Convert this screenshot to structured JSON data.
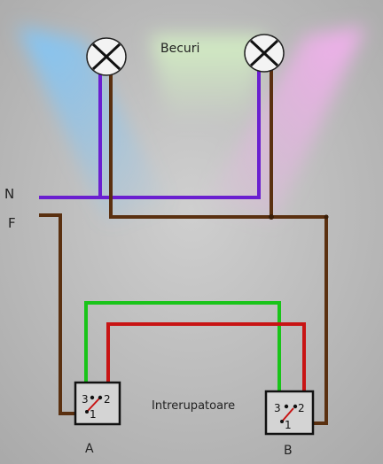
{
  "title": "Becuri",
  "labels": {
    "neutral": "N",
    "phase": "F",
    "switches": "Intrerupatoare",
    "switch_a": "A",
    "switch_b": "B"
  },
  "switch_a_terminals": {
    "t3": "3",
    "t2": "2",
    "t1": "1"
  },
  "switch_b_terminals": {
    "t3": "3",
    "t2": "2",
    "t1": "1"
  },
  "colors": {
    "background": "#bdbdbd",
    "neutral_wire": "#6a1fd0",
    "phase_wire": "#5a3010",
    "traveler_green": "#19c419",
    "traveler_red": "#c81414",
    "light_blue": "#8fd0ff",
    "light_green": "#c8f0b8",
    "light_pink": "#f2b6f0"
  }
}
